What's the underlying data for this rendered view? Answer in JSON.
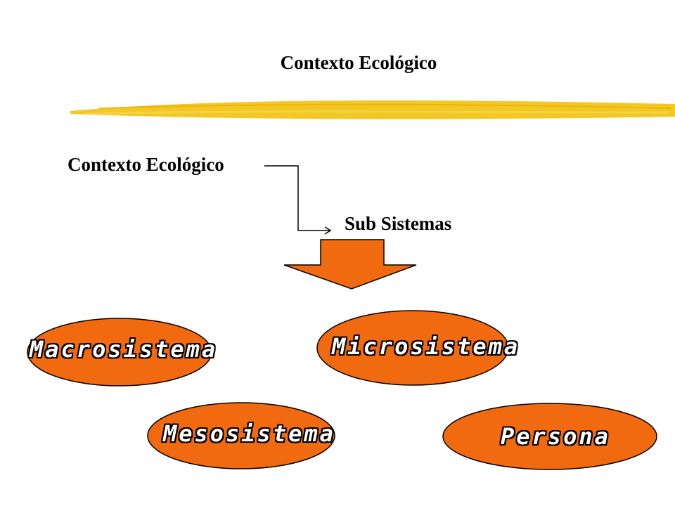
{
  "title": "Contexto Ecológico",
  "diagram": {
    "source_label": "Contexto Ecológico",
    "target_label": "Sub Sistemas",
    "nodes": [
      {
        "id": "macro",
        "label": "Macrosistema"
      },
      {
        "id": "micro",
        "label": "Microsistema"
      },
      {
        "id": "meso",
        "label": "Mesosistema"
      },
      {
        "id": "persona",
        "label": "Persona"
      }
    ]
  },
  "colors": {
    "node_fill": "#f26a10",
    "underline": "#f2c418",
    "text": "#000000"
  }
}
